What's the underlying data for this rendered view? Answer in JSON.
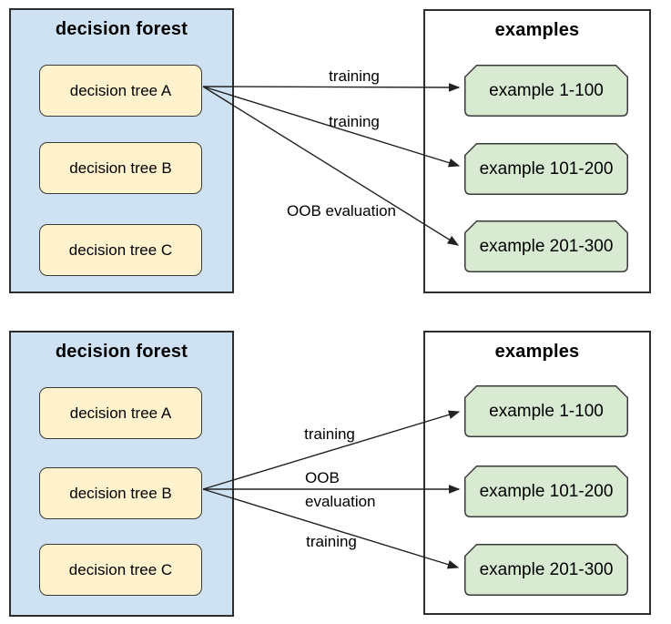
{
  "colors": {
    "forest_fill": "#cfe2f3",
    "tree_fill": "#fff2cc",
    "example_fill": "#d9ead3",
    "panel_border": "#2e2e2e",
    "shape_border": "#3a3a3a",
    "arrow": "#222222",
    "text": "#000000"
  },
  "panels": [
    {
      "forest": {
        "title": "decision forest",
        "trees": [
          "decision tree A",
          "decision tree B",
          "decision tree C"
        ]
      },
      "examples": {
        "title": "examples",
        "items": [
          "example 1-100",
          "example 101-200",
          "example 201-300"
        ]
      },
      "arrows": [
        {
          "from": "decision tree A",
          "to": "example 1-100",
          "label": "training"
        },
        {
          "from": "decision tree A",
          "to": "example 101-200",
          "label": "training"
        },
        {
          "from": "decision tree A",
          "to": "example 201-300",
          "label": "OOB evaluation"
        }
      ]
    },
    {
      "forest": {
        "title": "decision forest",
        "trees": [
          "decision tree A",
          "decision tree B",
          "decision tree C"
        ]
      },
      "examples": {
        "title": "examples",
        "items": [
          "example 1-100",
          "example 101-200",
          "example 201-300"
        ]
      },
      "arrows": [
        {
          "from": "decision tree B",
          "to": "example 1-100",
          "label": "training"
        },
        {
          "from": "decision tree B",
          "to": "example 101-200",
          "label": "OOB evaluation"
        },
        {
          "from": "decision tree B",
          "to": "example 201-300",
          "label": "training"
        }
      ]
    }
  ]
}
